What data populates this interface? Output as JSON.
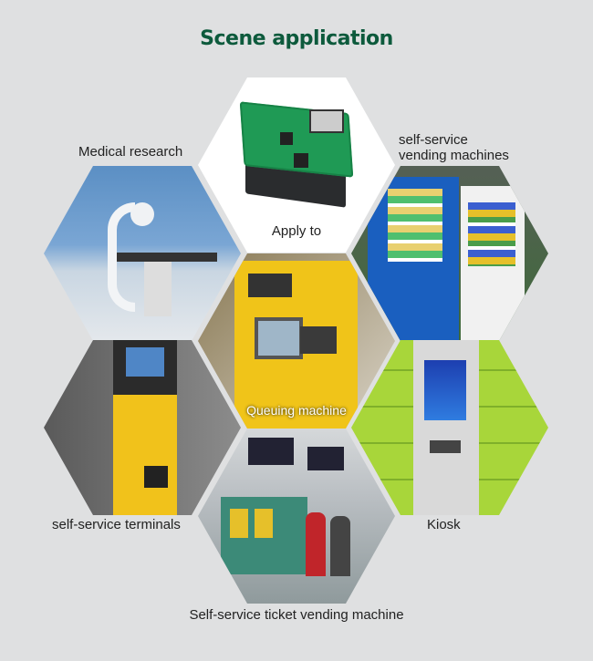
{
  "title": "Scene application",
  "scenes": {
    "center_top": "Apply to",
    "medical": "Medical research",
    "vending_line1": "self-service",
    "vending_line2": "vending machines",
    "queuing": "Queuing machine",
    "terminals": "self-service terminals",
    "kiosk": "Kiosk",
    "ticket": "Self-service ticket vending machine"
  },
  "colors": {
    "title": "#0d5a3c",
    "background": "#dfe0e1"
  }
}
